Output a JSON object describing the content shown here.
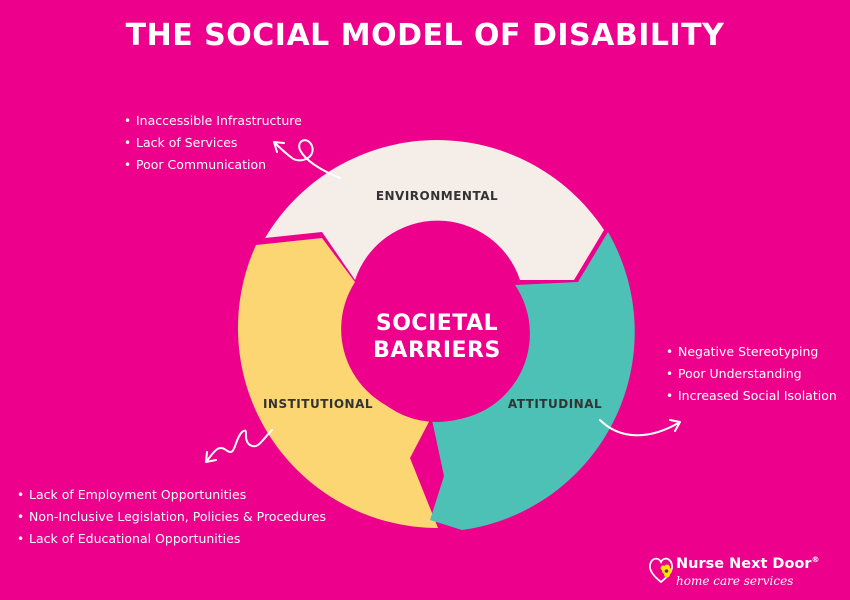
{
  "title": "THE SOCIAL MODEL OF DISABILITY",
  "center": {
    "line1": "SOCIETAL",
    "line2": "BARRIERS"
  },
  "segments": {
    "environmental": {
      "label": "ENVIRONMENTAL",
      "color": "#F4EDE8",
      "items": [
        "Inaccessible Infrastructure",
        "Lack of Services",
        "Poor Communication"
      ]
    },
    "attitudinal": {
      "label": "ATTITUDINAL",
      "color": "#4DC1B5",
      "items": [
        "Negative Stereotyping",
        "Poor Understanding",
        "Increased Social Isolation"
      ]
    },
    "institutional": {
      "label": "INSTITUTIONAL",
      "color": "#FBD673",
      "items": [
        "Lack of Employment Opportunities",
        "Non-Inclusive Legislation, Policies & Procedures",
        "Lack of Educational Opportunities"
      ]
    }
  },
  "logo": {
    "name": "Nurse Next Door",
    "mark": "®",
    "tagline": "home care services",
    "icon": "heart-flower-icon"
  },
  "colors": {
    "background": "#EC008C",
    "text": "#FFFFFF",
    "label": "#333333"
  }
}
